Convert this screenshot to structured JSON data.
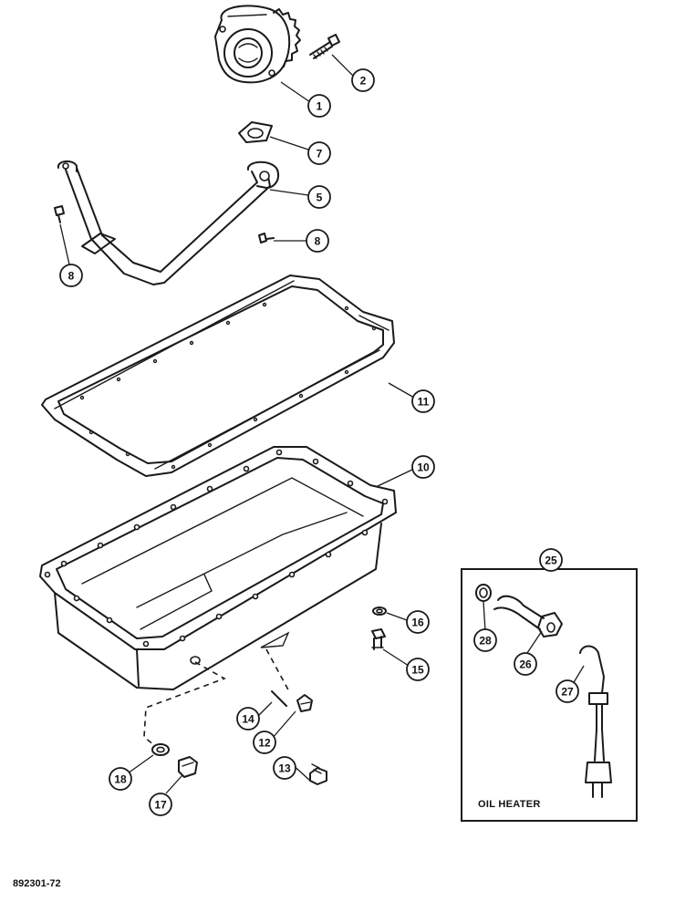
{
  "figure_code": "892301-72",
  "inset": {
    "caption": "OIL HEATER",
    "number": "25"
  },
  "callouts": [
    {
      "id": "c1",
      "label": "1"
    },
    {
      "id": "c2",
      "label": "2"
    },
    {
      "id": "c7",
      "label": "7"
    },
    {
      "id": "c5",
      "label": "5"
    },
    {
      "id": "c8a",
      "label": "8"
    },
    {
      "id": "c8b",
      "label": "8"
    },
    {
      "id": "c11",
      "label": "11"
    },
    {
      "id": "c10",
      "label": "10"
    },
    {
      "id": "c16",
      "label": "16"
    },
    {
      "id": "c15",
      "label": "15"
    },
    {
      "id": "c14",
      "label": "14"
    },
    {
      "id": "c12",
      "label": "12"
    },
    {
      "id": "c13",
      "label": "13"
    },
    {
      "id": "c18",
      "label": "18"
    },
    {
      "id": "c17",
      "label": "17"
    },
    {
      "id": "c28",
      "label": "28"
    },
    {
      "id": "c26",
      "label": "26"
    },
    {
      "id": "c27",
      "label": "27"
    }
  ]
}
